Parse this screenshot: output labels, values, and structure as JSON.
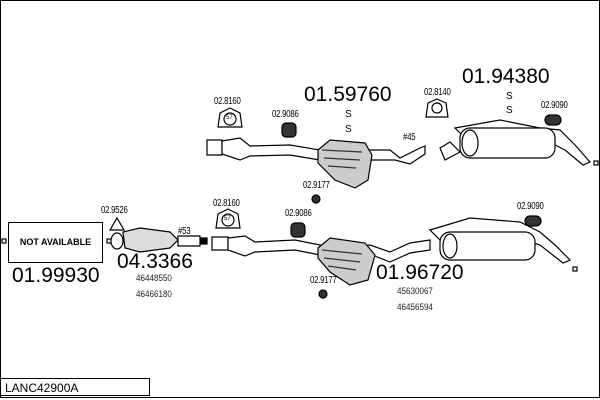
{
  "reference": "LANC42900A",
  "not_available_label": "NOT AVAILABLE",
  "top_row": {
    "clamp_1": "02.8160",
    "clamp_1_size": "57",
    "hanger_1": "02.9086",
    "center_muffler": "01.59760",
    "center_muffler_marks": [
      "S",
      "S"
    ],
    "diameter": "#45",
    "hanger_2": "02.9177",
    "clamp_2": "02.8140",
    "rear_muffler": "01.94380",
    "rear_muffler_marks": [
      "S",
      "S"
    ],
    "hanger_3": "02.9090"
  },
  "bottom_row": {
    "front_part": "01.99930",
    "gasket": "02.9526",
    "catalyst": "04.3366",
    "catalyst_oem": [
      "46448550",
      "46466180"
    ],
    "diameter": "#53",
    "clamp_1": "02.8160",
    "clamp_1_size": "57",
    "hanger_1": "02.9086",
    "hanger_2": "02.9177",
    "muffler": "01.96720",
    "muffler_oem": [
      "45630067",
      "46456594"
    ],
    "hanger_3": "02.9090"
  }
}
